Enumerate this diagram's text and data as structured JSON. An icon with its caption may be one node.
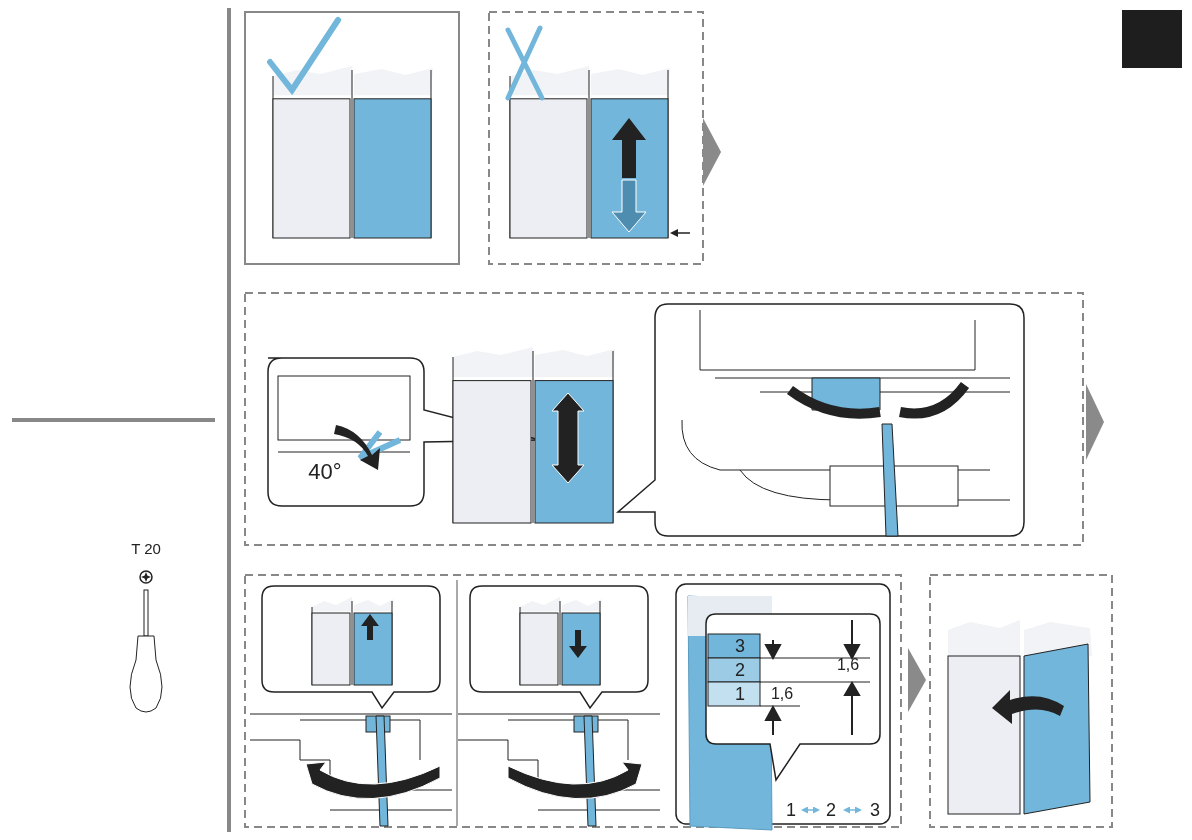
{
  "diagram": {
    "labels": [
      "T 20",
      "40°",
      "3",
      "2",
      "1",
      "1,6",
      "1,6",
      "1",
      "2",
      "3"
    ]
  }
}
